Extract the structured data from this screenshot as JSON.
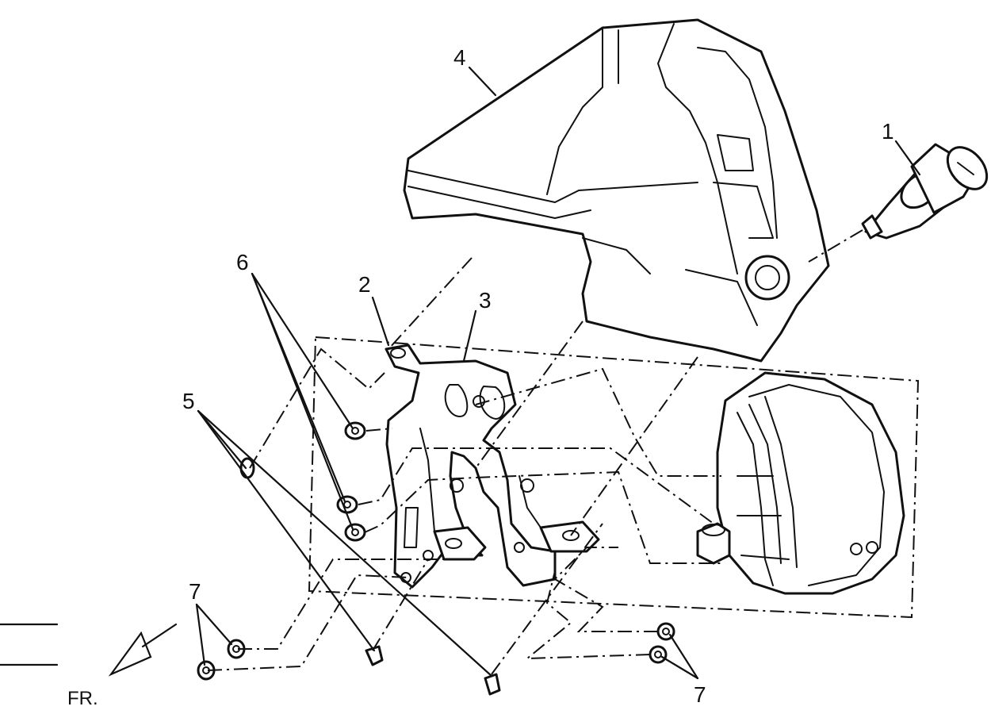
{
  "callouts": {
    "c1": "1",
    "c2": "2",
    "c3": "3",
    "c4": "4",
    "c5": "5",
    "c6": "6",
    "c7a": "7",
    "c7b": "7"
  },
  "direction_label": "FR."
}
